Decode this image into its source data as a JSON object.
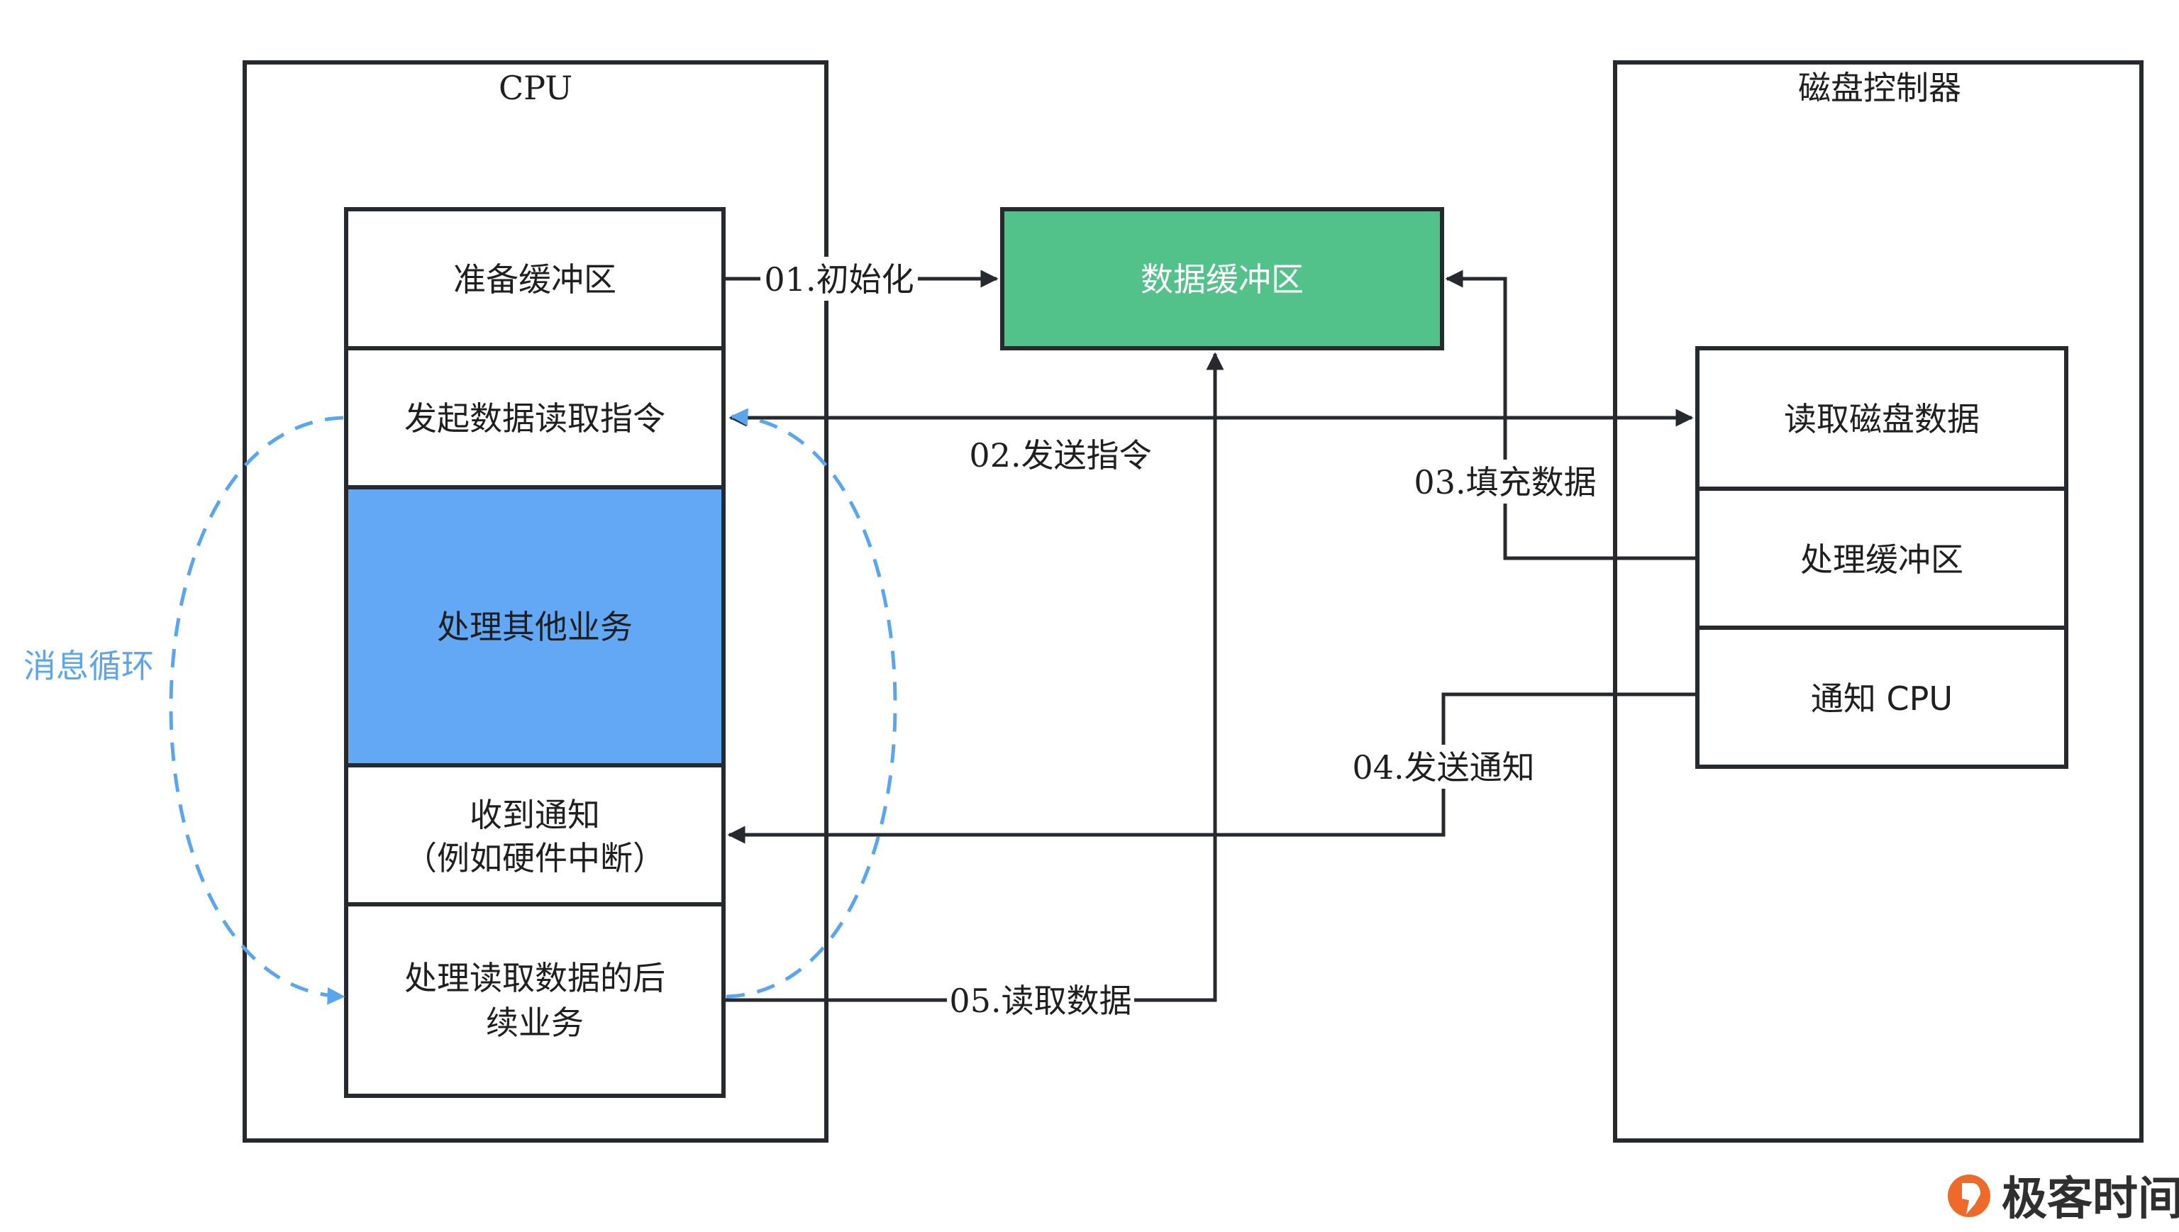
{
  "cpu": {
    "title": "CPU",
    "steps": [
      "准备缓冲区",
      "发起数据读取指令",
      "处理其他业务",
      "收到通知",
      "（例如硬件中断）",
      "处理读取数据的后",
      "续业务"
    ]
  },
  "buffer": {
    "label": "数据缓冲区"
  },
  "disk": {
    "title": "磁盘控制器",
    "steps": [
      "读取磁盘数据",
      "处理缓冲区",
      "通知 CPU"
    ]
  },
  "edges": {
    "e01": "01.初始化",
    "e02": "02.发送指令",
    "e03": "03.填充数据",
    "e04": "04.发送通知",
    "e05": "05.读取数据"
  },
  "loop": {
    "label": "消息循环"
  },
  "logo": {
    "text": "极客时间"
  },
  "colors": {
    "buffer_fill": "#52c28a",
    "highlight_fill": "#62a8f5",
    "loop_stroke": "#5aa6ee",
    "logo_orange": "#ee6a2a"
  }
}
